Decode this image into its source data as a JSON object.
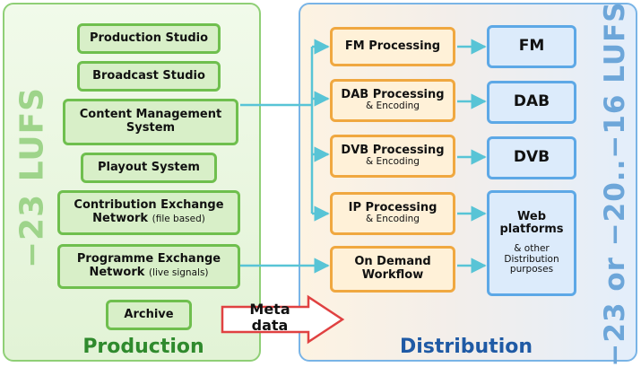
{
  "production": {
    "title": "Production",
    "lufs_label": "−23 LUFS",
    "boxes": [
      {
        "line1": "Production Studio"
      },
      {
        "line1": "Broadcast Studio"
      },
      {
        "line1": "Content Management",
        "line2": "System"
      },
      {
        "line1": "Playout System"
      },
      {
        "line1": "Contribution Exchange",
        "line2": "Network",
        "note": "(file based)"
      },
      {
        "line1": "Programme Exchange",
        "line2": "Network",
        "note": "(live signals)"
      },
      {
        "line1": "Archive"
      }
    ]
  },
  "metadata": {
    "line1": "Meta",
    "line2": "data"
  },
  "distribution": {
    "title": "Distribution",
    "lufs_label": "−23 or −20..−16 LUFS",
    "processing": [
      {
        "line1": "FM Processing"
      },
      {
        "line1": "DAB Processing",
        "sub": "& Encoding"
      },
      {
        "line1": "DVB Processing",
        "sub": "& Encoding"
      },
      {
        "line1": "IP Processing",
        "sub": "& Encoding"
      },
      {
        "line1": "On Demand",
        "line2": "Workflow"
      }
    ],
    "outputs": [
      {
        "label": "FM"
      },
      {
        "label": "DAB"
      },
      {
        "label": "DVB"
      },
      {
        "label": "Web platforms",
        "line1": "Web",
        "line2": "platforms",
        "sub": "& other Distribution purposes",
        "sub1": "& other",
        "sub2": "Distribution",
        "sub3": "purposes"
      }
    ]
  },
  "colors": {
    "production_border": "#6fbf4e",
    "production_fill": "#d8efc8",
    "processing_border": "#f0a840",
    "output_border": "#5da8e6",
    "connector": "#58c4d6",
    "metadata_arrow": "#e04141"
  }
}
